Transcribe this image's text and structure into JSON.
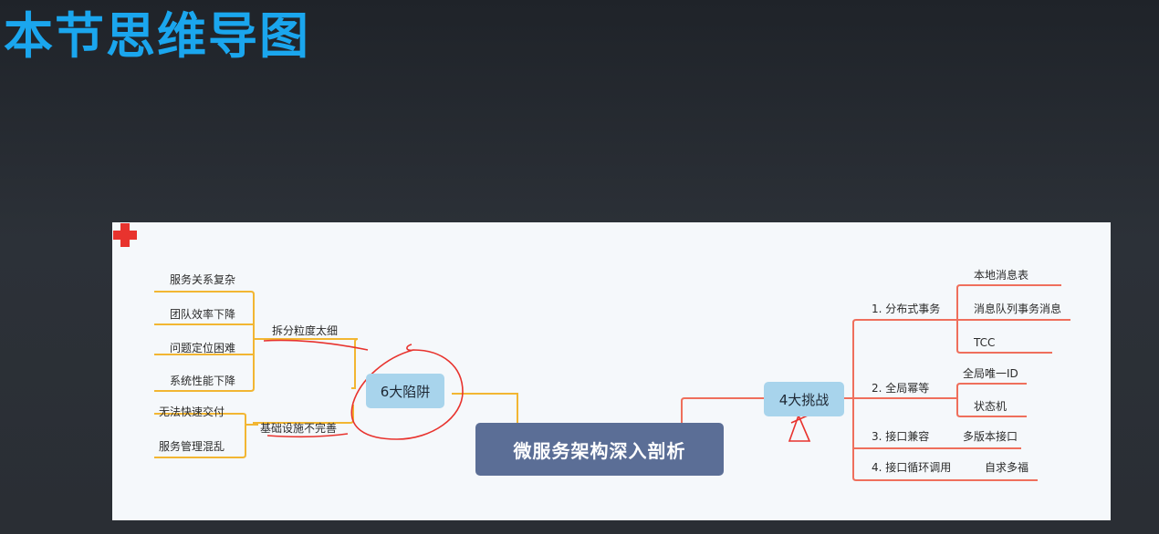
{
  "slide_title": "本节思维导图",
  "mindmap": {
    "root": "微服务架构深入剖析",
    "left_topic": {
      "label": "6大陷阱",
      "subtopics": [
        {
          "label": "拆分粒度太细",
          "leaves": [
            "服务关系复杂",
            "团队效率下降",
            "问题定位困难",
            "系统性能下降"
          ]
        },
        {
          "label": "基础设施不完善",
          "leaves": [
            "无法快速交付",
            "服务管理混乱"
          ]
        }
      ]
    },
    "right_topic": {
      "label": "4大挑战",
      "subtopics": [
        {
          "label": "1. 分布式事务",
          "leaves": [
            "本地消息表",
            "消息队列事务消息",
            "TCC"
          ]
        },
        {
          "label": "2. 全局幂等",
          "leaves": [
            "全局唯一ID",
            "状态机"
          ]
        },
        {
          "label": "3. 接口兼容",
          "leaves": [
            "多版本接口"
          ]
        },
        {
          "label": "4. 接口循环调用",
          "leaves": [
            "自求多福"
          ]
        }
      ]
    },
    "colors": {
      "left_branch": "#f2b632",
      "right_branch": "#ef6f5c",
      "annotation": "#e8332e",
      "topic_fill": "#a8d4ec",
      "root_fill": "#5b6e96",
      "title": "#1aa6ee"
    },
    "annotations": [
      "red-circle-around-6大陷阱",
      "red-underline-拆分粒度太细",
      "red-underline-基础设施不完善",
      "red-cross-marker",
      "red-triangle-marker"
    ]
  }
}
